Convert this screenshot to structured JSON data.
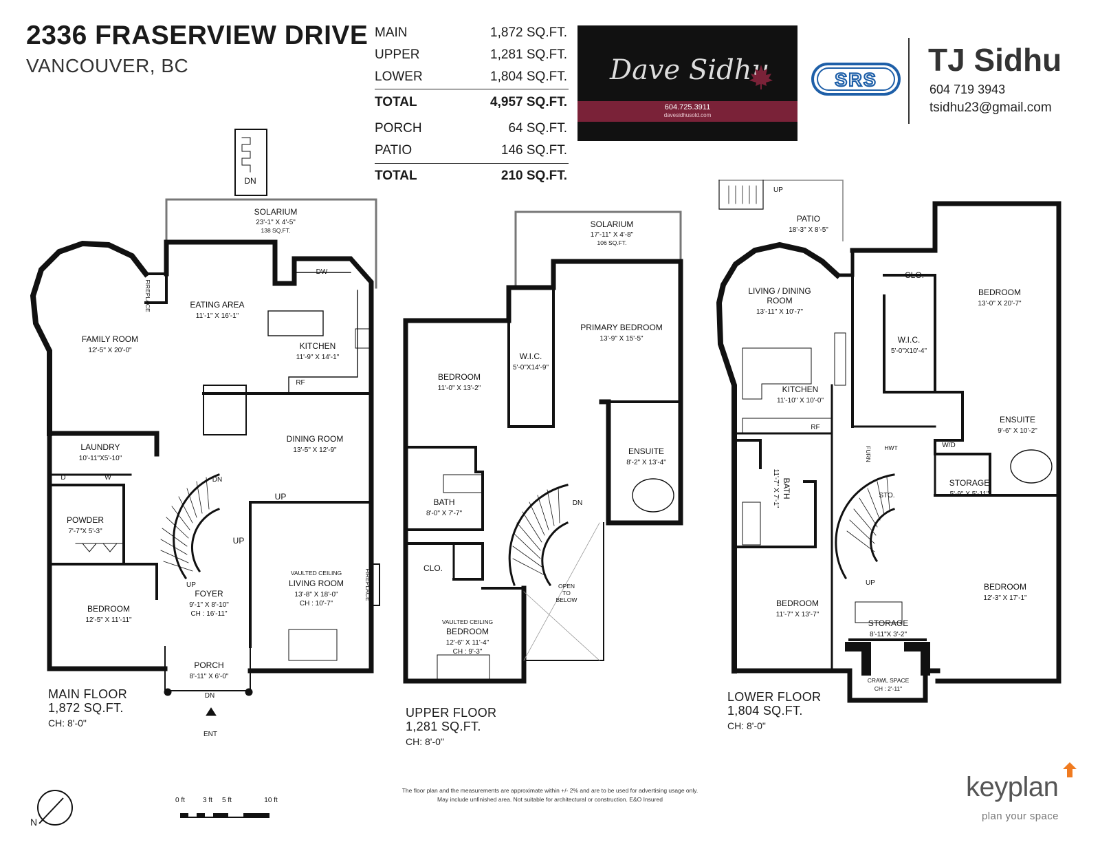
{
  "header": {
    "address": "2336 FRASERVIEW DRIVE",
    "city": "VANCOUVER, BC"
  },
  "areas": {
    "rows1": [
      {
        "label": "MAIN",
        "value": "1,872 SQ.FT."
      },
      {
        "label": "UPPER",
        "value": "1,281 SQ.FT."
      },
      {
        "label": "LOWER",
        "value": "1,804 SQ.FT."
      }
    ],
    "total1": {
      "label": "TOTAL",
      "value": "4,957 SQ.FT."
    },
    "rows2": [
      {
        "label": "PORCH",
        "value": "64 SQ.FT."
      },
      {
        "label": "PATIO",
        "value": "146 SQ.FT."
      }
    ],
    "total2": {
      "label": "TOTAL",
      "value": "210 SQ.FT."
    }
  },
  "realtor_logo": {
    "name_first": "Dave",
    "name_last": "Sidhu",
    "phone": "604.725.3911",
    "website": "davesidhusold.com",
    "brand_color": "#7a2238"
  },
  "brokerage_logo": {
    "text": "SRS",
    "color": "#1e5fa8"
  },
  "agent": {
    "name": "TJ Sidhu",
    "phone": "604 719 3943",
    "email": "tsidhu23@gmail.com"
  },
  "floors": {
    "main": {
      "title": "MAIN FLOOR",
      "area": "1,872 SQ.FT.",
      "ch": "CH: 8'-0\"",
      "rooms": {
        "solarium": {
          "name": "SOLARIUM",
          "dims": "23'-1\"  X  4'-5\"",
          "area": "138 SQ.FT."
        },
        "eating": {
          "name": "EATING AREA",
          "dims": "11'-1\"  X  16'-1\""
        },
        "family": {
          "name": "FAMILY ROOM",
          "dims": "12'-5\"  X  20'-0\""
        },
        "kitchen": {
          "name": "KITCHEN",
          "dims": "11'-9\"  X  14'-1\""
        },
        "dining": {
          "name": "DINING ROOM",
          "dims": "13'-5\"  X  12'-9\""
        },
        "laundry": {
          "name": "LAUNDRY",
          "dims": "10'-11\"X5'-10\""
        },
        "powder": {
          "name": "POWDER",
          "dims": "7'-7\"X 5'-3\""
        },
        "living": {
          "name": "LIVING ROOM",
          "note": "VAULTED CEILING",
          "dims": "13'-8\"  X  18'-0\"",
          "ch": "CH : 10'-7\""
        },
        "bedroom": {
          "name": "BEDROOM",
          "dims": "12'-5\"  X  11'-11\""
        },
        "foyer": {
          "name": "FOYER",
          "dims": "9'-1\"  X 8'-10\"",
          "ch": "CH : 16'-11\""
        },
        "porch": {
          "name": "PORCH",
          "dims": "8'-11\" X 6'-0\""
        }
      },
      "labels": {
        "dn_top": "DN",
        "fireplace": "FIREPLACE",
        "dw": "DW",
        "rf": "RF",
        "d": "D",
        "w": "W",
        "dn_stair": "DN",
        "up1": "UP",
        "up2": "UP",
        "up3": "UP",
        "fireplace2": "FIREPLACE",
        "dn_porch": "DN",
        "ent": "ENT"
      }
    },
    "upper": {
      "title": "UPPER FLOOR",
      "area": "1,281 SQ.FT.",
      "ch": "CH: 8'-0\"",
      "rooms": {
        "solarium": {
          "name": "SOLARIUM",
          "dims": "17'-11\"  X  4'-8\"",
          "area": "106 SQ.FT."
        },
        "primary": {
          "name": "PRIMARY BEDROOM",
          "dims": "13'-9\"  X  15'-5\""
        },
        "wic": {
          "name": "W.I.C.",
          "dims": "5'-0\"X14'-9\""
        },
        "bedroom1": {
          "name": "BEDROOM",
          "dims": "11'-0\"  X  13'-2\""
        },
        "ensuite": {
          "name": "ENSUITE",
          "dims": "8'-2\"  X  13'-4\""
        },
        "bath": {
          "name": "BATH",
          "dims": "8'-0\"  X  7'-7\""
        },
        "clo": {
          "name": "CLO."
        },
        "bedroom2": {
          "name": "BEDROOM",
          "note": "VAULTED CEILING",
          "dims": "12'-6\"  X  11'-4\"",
          "ch": "CH : 9'-3\""
        }
      },
      "labels": {
        "dn": "DN",
        "open1": "OPEN",
        "open2": "TO",
        "open3": "BELOW"
      }
    },
    "lower": {
      "title": "LOWER FLOOR",
      "area": "1,804 SQ.FT.",
      "ch": "CH: 8'-0\"",
      "rooms": {
        "patio": {
          "name": "PATIO",
          "dims": "18'-3\"  X  8'-5\""
        },
        "living": {
          "name": "LIVING / DINING",
          "name2": "ROOM",
          "dims": "13'-11\"  X  10'-7\""
        },
        "clo": {
          "name": "CLO."
        },
        "bedroom1": {
          "name": "BEDROOM",
          "dims": "13'-0\"  X  20'-7\""
        },
        "wic": {
          "name": "W.I.C.",
          "dims": "5'-0\"X10'-4\""
        },
        "kitchen": {
          "name": "KITCHEN",
          "dims": "11'-10\"  X  10'-0\""
        },
        "ensuite": {
          "name": "ENSUITE",
          "dims": "9'-6\"  X  10'-2\""
        },
        "bath": {
          "name": "BATH",
          "dims": "11'-7\"  X  7'-1\""
        },
        "storage1": {
          "name": "STORAGE",
          "dims": "5'-9\" X 5'-11\""
        },
        "sto": {
          "name": "STO."
        },
        "bedroom2": {
          "name": "BEDROOM",
          "dims": "11'-7\"  X  13'-7\""
        },
        "bedroom3": {
          "name": "BEDROOM",
          "dims": "12'-3\"  X  17'-1\""
        },
        "storage2": {
          "name": "STORAGE",
          "dims": "8'-11\"X 3'-2\""
        },
        "crawl": {
          "name": "CRAWL SPACE",
          "ch": "CH : 2'-11\""
        }
      },
      "labels": {
        "up_top": "UP",
        "rf": "RF",
        "furn": "FURN",
        "hwt": "HWT",
        "wd": "W/D",
        "up_stair": "UP"
      }
    }
  },
  "scale": {
    "t0": "0 ft",
    "t3": "3 ft",
    "t5": "5 ft",
    "t10": "10 ft"
  },
  "compass": {
    "n": "N"
  },
  "disclaimer": {
    "line1": "The floor plan and the measurements are approximate within +/- 2% and are to be used for advertising usage only.",
    "line2": "May include unfinished area. Not suitable for architectural or construction. E&O Insured"
  },
  "keyplan": {
    "brand": "keyplan",
    "tagline": "plan your space",
    "accent": "#f07b20"
  }
}
